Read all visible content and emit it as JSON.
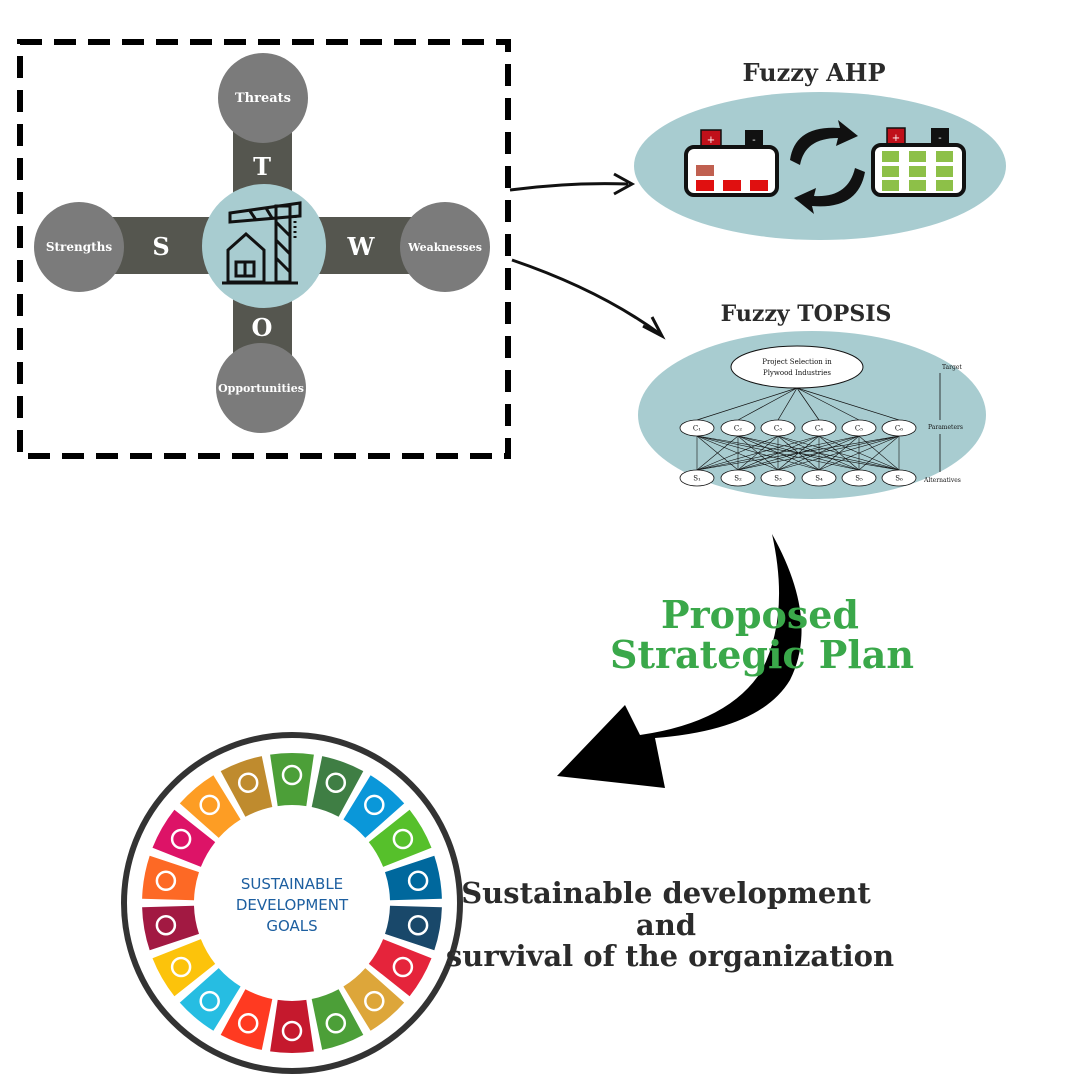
{
  "swot": {
    "threats_label": "Threats",
    "strengths_label": "Strengths",
    "weaknesses_label": "Weaknesses",
    "opportunities_label": "Opportunities",
    "letter_t": "T",
    "letter_s": "S",
    "letter_w": "W",
    "letter_o": "O"
  },
  "ahp": {
    "title": "Fuzzy AHP",
    "plus": "+",
    "minus": "-"
  },
  "topsis": {
    "title": "Fuzzy TOPSIS",
    "goal_line1": "Project Selection in",
    "goal_line2": "Plywood Industries",
    "target_label": "Target",
    "parameters_label": "Parameters",
    "alternatives_label": "Alternatives",
    "criteria": [
      "C₁",
      "C₂",
      "C₃",
      "C₄",
      "C₅",
      "C₆"
    ],
    "alternatives": [
      "S₁",
      "S₂",
      "S₃",
      "S₄",
      "S₅",
      "S₆"
    ]
  },
  "plan": {
    "line1": "Proposed",
    "line2": "Strategic Plan",
    "color": "#3aa84a"
  },
  "sdg": {
    "line1": "SUSTAINABLE",
    "line2": "DEVELOPMENT",
    "line3": "GOALS",
    "segment_colors": [
      "#4c9f38",
      "#3f7e44",
      "#0a97d9",
      "#56c02b",
      "#00689d",
      "#19486a",
      "#e5243b",
      "#dda63a",
      "#4c9f38",
      "#c5192d",
      "#ff3a21",
      "#26bde2",
      "#fcc30b",
      "#a21942",
      "#fd6925",
      "#dd1367",
      "#fd9d24",
      "#bf8b2e"
    ]
  },
  "outcome": {
    "line1": "Sustainable development",
    "line2": "and",
    "line3": "survival of the organization"
  }
}
